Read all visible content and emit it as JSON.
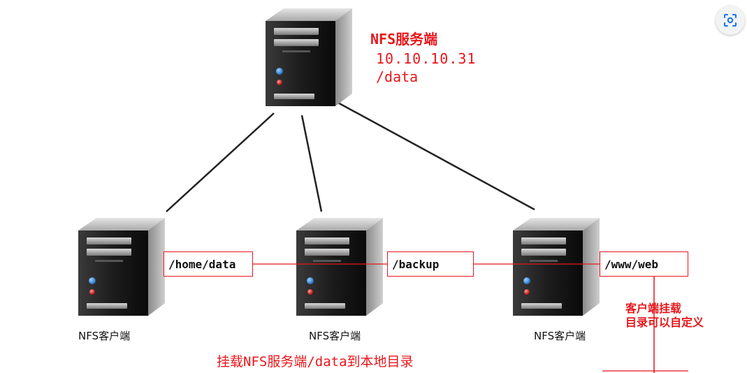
{
  "server": {
    "title": "NFS服务端",
    "ip": "10.10.10.31",
    "path": "/data"
  },
  "clients": [
    {
      "label": "NFS客户端",
      "mount": "/home/data"
    },
    {
      "label": "NFS客户端",
      "mount": "/backup"
    },
    {
      "label": "NFS客户端",
      "mount": "/www/web"
    }
  ],
  "notes": {
    "mount_caption": "挂载NFS服务端/data到本地目录",
    "custom_line1": "客户端挂载",
    "custom_line2": "目录可以自定义"
  },
  "toolbar": {
    "lens_icon": "lens-icon"
  },
  "colors": {
    "annotation": "#e8161b",
    "connector": "#222222"
  }
}
